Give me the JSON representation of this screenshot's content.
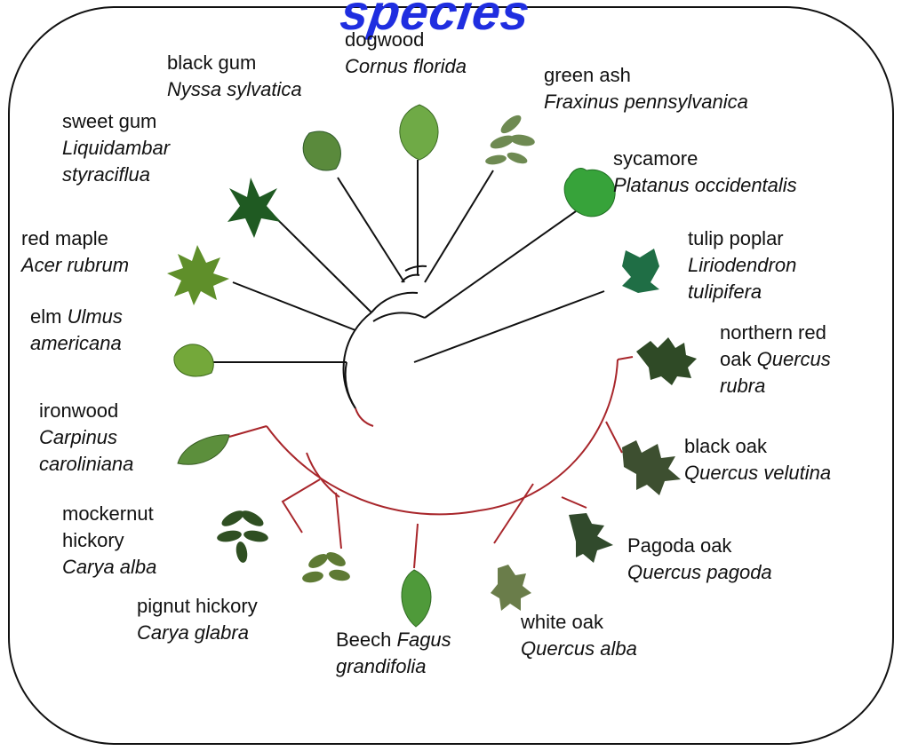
{
  "title": "species",
  "colors": {
    "outgroup_branch": "#111111",
    "fagales_branch": "#a8262b",
    "title_blue": "#1f2ee0",
    "leaf_dark": "#2f5a2a",
    "leaf_mid": "#4e7a34",
    "leaf_light": "#7bb04a",
    "frame": "#111111"
  },
  "taxa": [
    {
      "id": "dogwood",
      "common": "dogwood",
      "scientific": "Cornus florida",
      "leaf_icon": "simple-leaf-icon"
    },
    {
      "id": "black-gum",
      "common": "black gum",
      "scientific": "Nyssa sylvatica",
      "leaf_icon": "simple-leaf-icon"
    },
    {
      "id": "green-ash",
      "common": "green ash",
      "scientific": "Fraxinus pennsylvanica",
      "leaf_icon": "compound-leaf-icon"
    },
    {
      "id": "sweet-gum",
      "common": "sweet gum",
      "scientific_l1": "Liquidambar",
      "scientific_l2": "styraciflua",
      "leaf_icon": "star-leaf-icon"
    },
    {
      "id": "sycamore",
      "common": "sycamore",
      "scientific": "Platanus occidentalis",
      "leaf_icon": "lobed-leaf-icon"
    },
    {
      "id": "red-maple",
      "common": "red maple",
      "scientific": "Acer rubrum",
      "leaf_icon": "maple-leaf-icon"
    },
    {
      "id": "tulip-poplar",
      "common": "tulip poplar",
      "scientific_l1": "Liriodendron",
      "scientific_l2": "tulipifera",
      "leaf_icon": "tulip-leaf-icon"
    },
    {
      "id": "elm",
      "common": "elm",
      "scientific_l1": "Ulmus",
      "scientific_l2": "americana",
      "leaf_icon": "simple-leaf-icon"
    },
    {
      "id": "northern-red-oak",
      "common_l1": "northern red",
      "common_l2": "oak",
      "scientific_l1": "Quercus",
      "scientific_l2": "rubra",
      "leaf_icon": "oak-leaf-icon"
    },
    {
      "id": "ironwood",
      "common": "ironwood",
      "scientific_l1": "Carpinus",
      "scientific_l2": "caroliniana",
      "leaf_icon": "simple-leaf-icon"
    },
    {
      "id": "black-oak",
      "common": "black oak",
      "scientific": "Quercus velutina",
      "leaf_icon": "oak-leaf-icon"
    },
    {
      "id": "mockernut-hickory",
      "common_l1": "mockernut",
      "common_l2": "hickory",
      "scientific": "Carya alba",
      "leaf_icon": "compound-leaf-icon"
    },
    {
      "id": "pagoda-oak",
      "common": "Pagoda oak",
      "scientific": "Quercus pagoda",
      "leaf_icon": "oak-leaf-icon"
    },
    {
      "id": "pignut-hickory",
      "common": "pignut hickory",
      "scientific": "Carya glabra",
      "leaf_icon": "compound-leaf-icon"
    },
    {
      "id": "white-oak",
      "common": "white oak",
      "scientific": "Quercus alba",
      "leaf_icon": "lobed-oak-leaf-icon"
    },
    {
      "id": "beech",
      "common": "Beech",
      "scientific_l1": "Fagus",
      "scientific_l2": "grandifolia",
      "leaf_icon": "simple-leaf-icon"
    }
  ]
}
